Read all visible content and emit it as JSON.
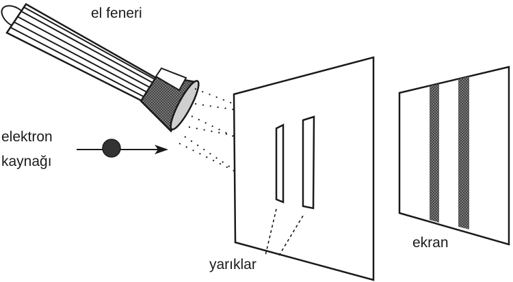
{
  "labels": {
    "flashlight": "el feneri",
    "electron_source_line1": "elektron",
    "electron_source_line2": "kaynağı",
    "slits": "yarıklar",
    "screen": "ekran"
  },
  "colors": {
    "ink": "#1a1a1a",
    "flashlight_head": "#555555",
    "electron": "#333333",
    "background": "#ffffff"
  }
}
